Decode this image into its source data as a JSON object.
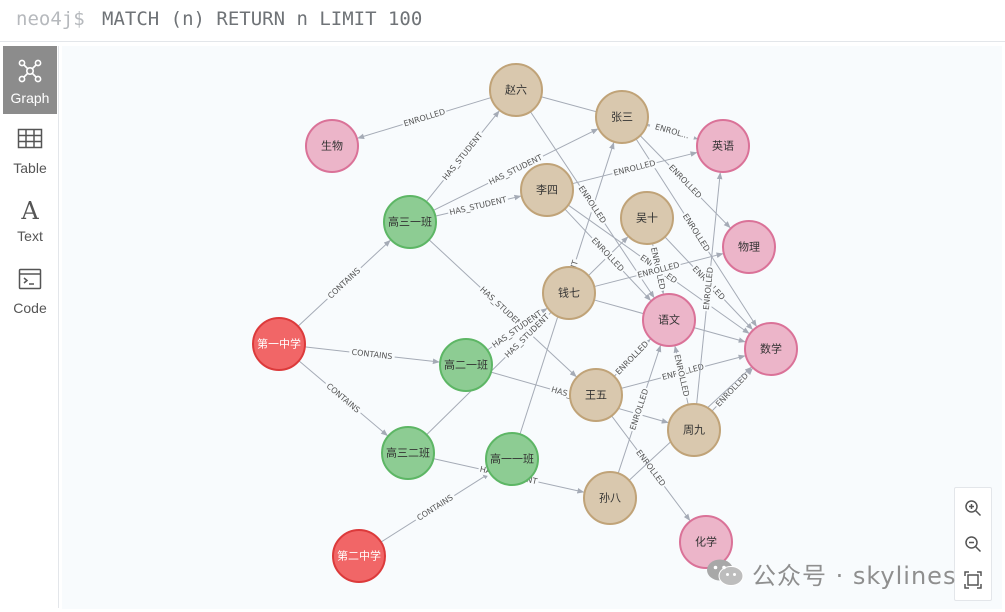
{
  "editor": {
    "prompt": "neo4j$",
    "query": "MATCH (n) RETURN n LIMIT 100"
  },
  "sidebar": {
    "items": [
      {
        "label": "Graph",
        "icon": "graph-icon",
        "active": true
      },
      {
        "label": "Table",
        "icon": "table-icon",
        "active": false
      },
      {
        "label": "Text",
        "icon": "text-icon",
        "active": false
      },
      {
        "label": "Code",
        "icon": "code-icon",
        "active": false
      }
    ]
  },
  "graph": {
    "colors": {
      "school_fill": "#f16667",
      "school_stroke": "#dc3a3b",
      "class_fill": "#8dcc93",
      "class_stroke": "#5db665",
      "student_fill": "#d9c8ae",
      "student_stroke": "#c0a378",
      "course_fill": "#ecb5c9",
      "course_stroke": "#da7298",
      "edge": "#a5abb6",
      "edge_label": "#555555"
    },
    "nodes": [
      {
        "id": "s1",
        "label": "第一中学",
        "type": "school"
      },
      {
        "id": "s2",
        "label": "第二中学",
        "type": "school"
      },
      {
        "id": "c1",
        "label": "高三一班",
        "type": "class"
      },
      {
        "id": "c2",
        "label": "高二一班",
        "type": "class"
      },
      {
        "id": "c3",
        "label": "高三二班",
        "type": "class"
      },
      {
        "id": "c4",
        "label": "高一一班",
        "type": "class"
      },
      {
        "id": "p1",
        "label": "赵六",
        "type": "student"
      },
      {
        "id": "p2",
        "label": "张三",
        "type": "student"
      },
      {
        "id": "p3",
        "label": "李四",
        "type": "student"
      },
      {
        "id": "p4",
        "label": "吴十",
        "type": "student"
      },
      {
        "id": "p5",
        "label": "钱七",
        "type": "student"
      },
      {
        "id": "p6",
        "label": "王五",
        "type": "student"
      },
      {
        "id": "p7",
        "label": "周九",
        "type": "student"
      },
      {
        "id": "p8",
        "label": "孙八",
        "type": "student"
      },
      {
        "id": "k1",
        "label": "生物",
        "type": "course"
      },
      {
        "id": "k2",
        "label": "英语",
        "type": "course"
      },
      {
        "id": "k3",
        "label": "物理",
        "type": "course"
      },
      {
        "id": "k4",
        "label": "语文",
        "type": "course"
      },
      {
        "id": "k5",
        "label": "数学",
        "type": "course"
      },
      {
        "id": "k6",
        "label": "化学",
        "type": "course"
      }
    ],
    "edges": [
      {
        "from": "s1",
        "to": "c1",
        "label": "CONTAINS"
      },
      {
        "from": "s1",
        "to": "c2",
        "label": "CONTAINS"
      },
      {
        "from": "s1",
        "to": "c3",
        "label": "CONTAINS"
      },
      {
        "from": "s2",
        "to": "c4",
        "label": "CONTAINS"
      },
      {
        "from": "c1",
        "to": "p1",
        "label": "HAS_STUDENT"
      },
      {
        "from": "c1",
        "to": "p2",
        "label": "HAS_STUDENT"
      },
      {
        "from": "c1",
        "to": "p3",
        "label": "HAS_STUDENT"
      },
      {
        "from": "c1",
        "to": "p6",
        "label": "HAS_STUDENT"
      },
      {
        "from": "c2",
        "to": "p5",
        "label": "HAS_STUDENT"
      },
      {
        "from": "c2",
        "to": "p7",
        "label": "HAS_STUDENT"
      },
      {
        "from": "c3",
        "to": "p4",
        "label": "HAS_STUDENT"
      },
      {
        "from": "c3",
        "to": "p8",
        "label": "HAS_STUDENT"
      },
      {
        "from": "c4",
        "to": "p2",
        "label": "HAS_STUDENT"
      },
      {
        "from": "p1",
        "to": "k1",
        "label": "ENROLLED"
      },
      {
        "from": "p1",
        "to": "k4",
        "label": "ENROLLED"
      },
      {
        "from": "p1",
        "to": "k2",
        "label": "ENROLLED"
      },
      {
        "from": "p2",
        "to": "k2",
        "label": "ENROL..."
      },
      {
        "from": "p2",
        "to": "k3",
        "label": "ENROLLED"
      },
      {
        "from": "p2",
        "to": "k5",
        "label": "ENROLLED"
      },
      {
        "from": "p3",
        "to": "k2",
        "label": "ENROLLED"
      },
      {
        "from": "p3",
        "to": "k4",
        "label": "ENROLLED"
      },
      {
        "from": "p3",
        "to": "k5",
        "label": "ENROLLED"
      },
      {
        "from": "p4",
        "to": "k4",
        "label": "ENROLLED"
      },
      {
        "from": "p4",
        "to": "k5",
        "label": "ENROLLED"
      },
      {
        "from": "p5",
        "to": "k3",
        "label": "ENROLLED"
      },
      {
        "from": "p5",
        "to": "k5",
        "label": "ENROLLED"
      },
      {
        "from": "p6",
        "to": "k4",
        "label": "ENROLLED"
      },
      {
        "from": "p6",
        "to": "k5",
        "label": "ENROLLED"
      },
      {
        "from": "p6",
        "to": "k6",
        "label": "ENROLLED"
      },
      {
        "from": "p7",
        "to": "k2",
        "label": "ENROLLED"
      },
      {
        "from": "p7",
        "to": "k5",
        "label": "ENROLLED"
      },
      {
        "from": "p7",
        "to": "k4",
        "label": "ENROLLED"
      },
      {
        "from": "p8",
        "to": "k4",
        "label": "ENROLLED"
      },
      {
        "from": "p8",
        "to": "k5",
        "label": "ENROLLED"
      }
    ]
  },
  "zoom": {
    "buttons": [
      {
        "name": "zoom-in-button",
        "icon": "zoom-in-icon"
      },
      {
        "name": "zoom-out-button",
        "icon": "zoom-out-icon"
      },
      {
        "name": "fit-button",
        "icon": "fit-screen-icon"
      }
    ]
  },
  "watermark": {
    "text": "公众号 · skylines"
  }
}
